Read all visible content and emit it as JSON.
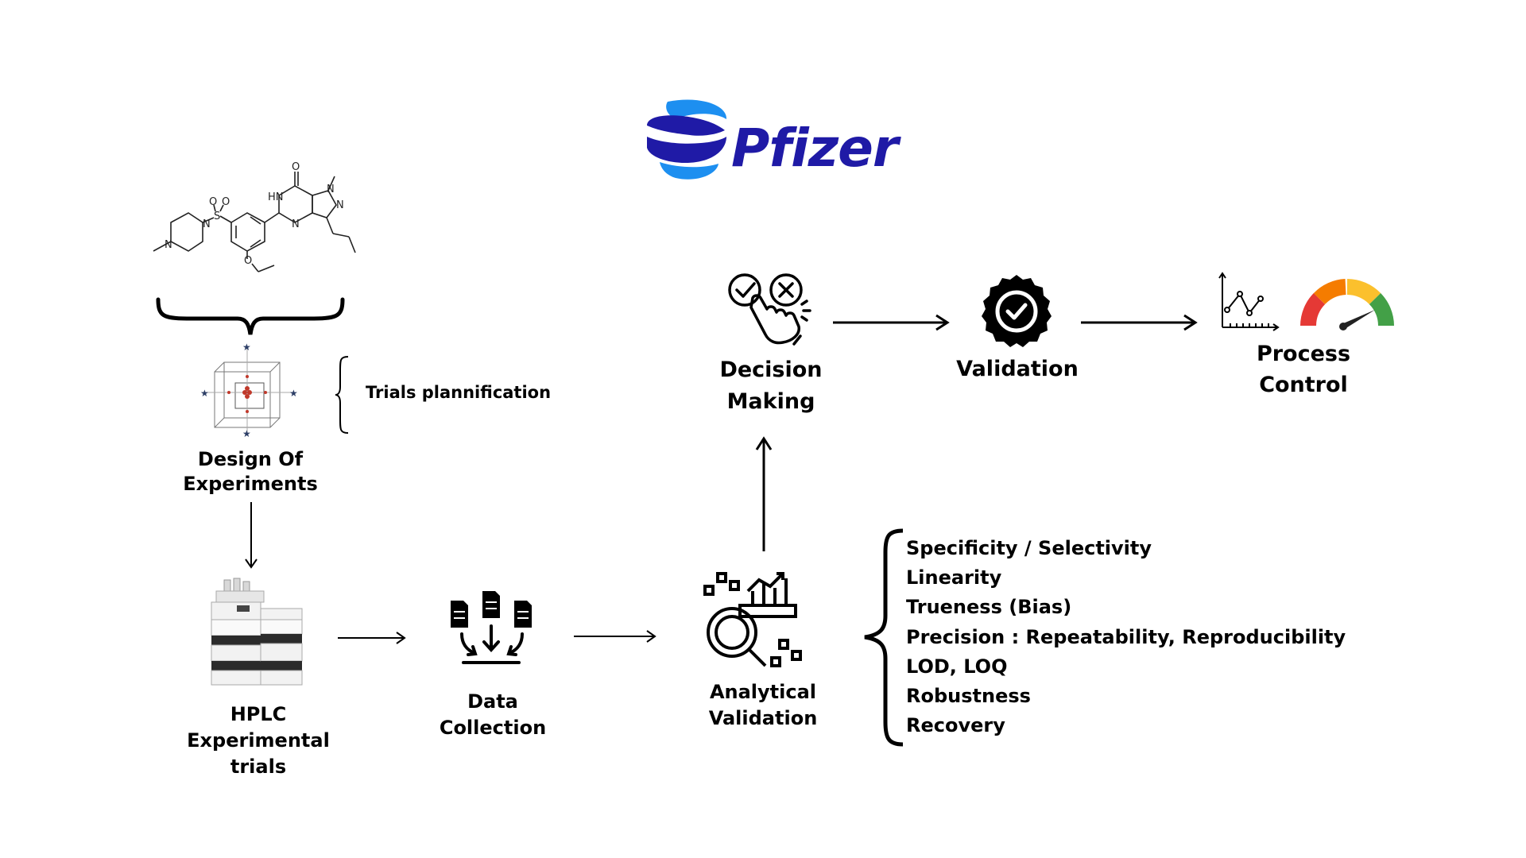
{
  "logo": {
    "brand": "Pfizer",
    "colors": {
      "light": "#1d8ff0",
      "dark": "#1f1aa6"
    }
  },
  "molecule": {
    "atoms": [
      "O",
      "HN",
      "N",
      "N",
      "N",
      "O",
      "S",
      "O",
      "N",
      "N",
      "O"
    ]
  },
  "nodes": {
    "doe": {
      "lines": [
        "Design Of",
        "Experiments"
      ],
      "icon": "doe-cube-diagram-icon"
    },
    "trials_note": "Trials plannification",
    "hplc": {
      "lines": [
        "HPLC",
        "Experimental",
        "trials"
      ],
      "icon": "hplc-instrument-icon"
    },
    "data_collection": {
      "lines": [
        "Data",
        "Collection"
      ],
      "icon": "document-collection-icon"
    },
    "analytical_validation": {
      "lines": [
        "Analytical",
        "Validation"
      ],
      "icon": "magnifier-analytics-icon"
    },
    "decision_making": {
      "lines": [
        "Decision",
        "Making"
      ],
      "icon": "decision-hand-icon"
    },
    "validation": {
      "lines": [
        "Validation"
      ],
      "icon": "verified-badge-icon"
    },
    "process_control": {
      "lines": [
        "Process",
        "Control"
      ],
      "icons": [
        "line-chart-icon",
        "speedometer-gauge-icon"
      ]
    }
  },
  "criteria": [
    "Specificity / Selectivity",
    "Linearity",
    "Trueness (Bias)",
    "Precision : Repeatability,  Reproducibility",
    "LOD, LOQ",
    "Robustness",
    "Recovery"
  ],
  "gauge_colors": [
    "#e53935",
    "#f57c00",
    "#fbc02d",
    "#43a047"
  ]
}
